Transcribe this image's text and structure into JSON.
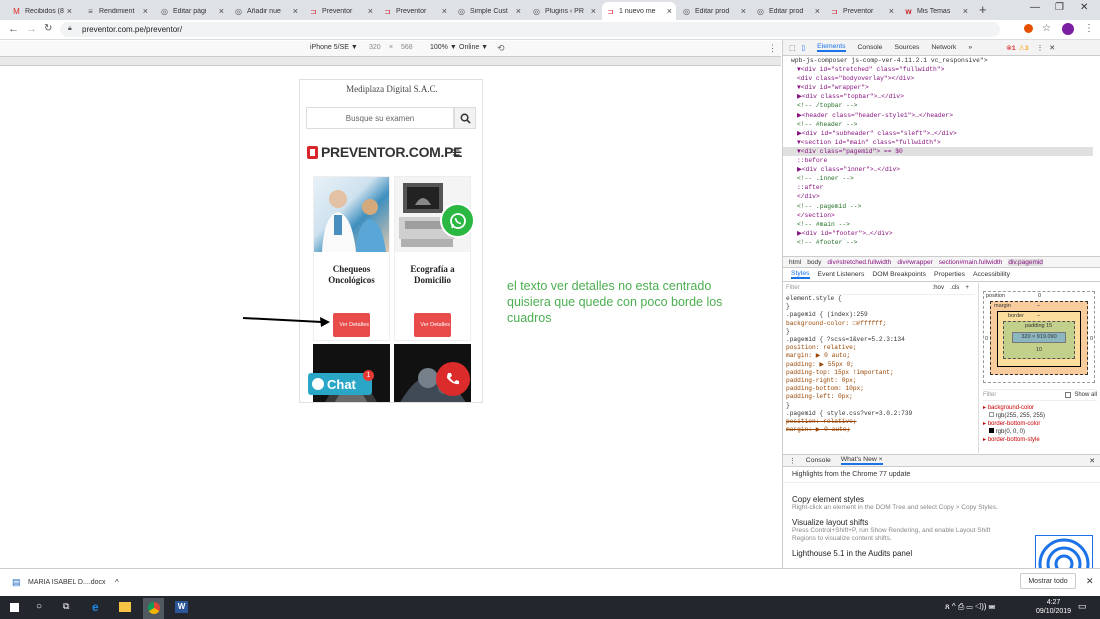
{
  "tabs": [
    {
      "icon": "gmail-icon",
      "label": "Recibidos (8"
    },
    {
      "icon": "doc-icon",
      "label": "Rendimient"
    },
    {
      "icon": "globe-icon",
      "label": "Editar pági"
    },
    {
      "icon": "globe-icon",
      "label": "Añadir nue"
    },
    {
      "icon": "preventor-icon",
      "label": "Preventor"
    },
    {
      "icon": "preventor-icon",
      "label": "Preventor"
    },
    {
      "icon": "globe-icon",
      "label": "Simple Cust"
    },
    {
      "icon": "globe-icon",
      "label": "Plugins ‹ PR"
    },
    {
      "icon": "preventor-icon",
      "label": "1 nuevo me"
    },
    {
      "icon": "globe-icon",
      "label": "Editar prod"
    },
    {
      "icon": "globe-icon",
      "label": "Editar prod"
    },
    {
      "icon": "preventor-icon",
      "label": "Preventor"
    },
    {
      "icon": "wu-icon",
      "label": "Mis Temas"
    }
  ],
  "address": {
    "url": "preventor.com.pe/preventor/"
  },
  "device_toolbar": {
    "device": "iPhone 5/SE ▼",
    "width": "320",
    "x": "×",
    "height": "568",
    "zoom": "100% ▼",
    "network": "Online ▼"
  },
  "phone": {
    "company": "Mediplaza Digital S.A.C.",
    "search_placeholder": "Busque su examen",
    "logo": "PREVENTOR.COM.PE",
    "cards": [
      {
        "title": "Chequeos Oncológicos",
        "button": "Ver Detalles"
      },
      {
        "title": "Ecografía a Domicilio",
        "button": "Ver Detalles"
      }
    ],
    "chat_label": "Chat",
    "chat_badge": "1"
  },
  "annotation": "el texto ver detalles no esta centrado\nquisiera que quede con poco borde los cuadros",
  "devtools": {
    "tabs": [
      "Elements",
      "Console",
      "Sources",
      "Network",
      "»"
    ],
    "errors": "1",
    "warnings": "3",
    "dom_lines": [
      "wpb-js-composer js-comp-ver-4.11.2.1 vc_responsive\">",
      "▼<div id=\"stretched\" class=\"fullwidth\">",
      "  <div class=\"bodyoverlay\"></div>",
      "  ▼<div id=\"wrapper\">",
      "    ▶<div class=\"topbar\">…</div>",
      "    <!-- /topbar -->",
      "    ▶<header class=\"header-style1\">…</header>",
      "    <!-- #header -->",
      "    ▶<div id=\"subheader\" class=\"sleft\">…</div>",
      "    ▼<section id=\"main\" class=\"fullwidth\">",
      "      ▼<div class=\"pagemid\"> == $0",
      "          ::before",
      "        ▶<div class=\"inner\">…</div>",
      "        <!-- .inner -->",
      "          ::after",
      "        </div>",
      "      <!-- .pagemid -->",
      "      </section>",
      "      <!-- #main -->",
      "    ▶<div id=\"footer\">…</div>",
      "    <!-- #footer -->"
    ],
    "breadcrumbs": [
      "html",
      "body",
      "div#stretched.fullwidth",
      "div#wrapper",
      "section#main.fullwidth",
      "div.pagemid"
    ],
    "subtabs": [
      "Styles",
      "Event Listeners",
      "DOM Breakpoints",
      "Properties",
      "Accessibility"
    ],
    "filter_placeholder": "Filter",
    "hov": ":hov",
    "cls": ".cls",
    "plus": "+",
    "style_lines": [
      "element.style {",
      "}",
      ".pagemid {                          (index):259",
      "  background-color: □#ffffff;",
      "}",
      ".pagemid {                 ?scss=1&ver=5.2.3:134",
      "  position: relative;",
      "  margin: ▶ 0 auto;",
      "  padding: ▶ 55px 0;",
      "  padding-top: 15px !important;",
      "  padding-right: 0px;",
      "  padding-bottom: 10px;",
      "  padding-left: 0px;",
      "}",
      ".pagemid {                 style.css?ver=3.0.2:739",
      "  position: relative;",
      "  margin: ▶ 0 auto;"
    ],
    "boxmodel": {
      "position_label": "position",
      "position_value": "0",
      "margin_label": "margin",
      "margin_value": "–",
      "border_label": "border",
      "border_value": "–",
      "padding_label": "padding 15",
      "padding_bottom": "10",
      "content": "320 × 919.090",
      "side": "0"
    },
    "computed_filter": "Filter",
    "show_all": "Show all",
    "computed": [
      {
        "name": "background-color",
        "value": "rgb(255, 255, 255)"
      },
      {
        "name": "border-bottom-color",
        "value": "rgb(0, 0, 0)"
      },
      {
        "name": "border-bottom-style",
        "value": ""
      }
    ],
    "drawer_tabs": [
      "Console",
      "What's New ×"
    ],
    "drawer_heading": "Highlights from the Chrome 77 update",
    "drawer_items": [
      {
        "title": "Copy element styles",
        "desc": "Right-click an element in the DOM Tree and select Copy > Copy Styles."
      },
      {
        "title": "Visualize layout shifts",
        "desc": "Press Control+Shift+P, run Show Rendering, and enable Layout Shift Regions to visualize content shifts."
      },
      {
        "title": "Lighthouse 5.1 in the Audits panel",
        "desc": ""
      }
    ]
  },
  "download": {
    "file": "MARIA ISABEL D....docx",
    "show_all": "Mostrar todo"
  },
  "taskbar": {
    "time": "4:27",
    "date": "09/10/2019"
  },
  "colors": {
    "accent": "#e94b4b",
    "logo_red": "#d9262c",
    "whatsapp": "#2bb842",
    "chat": "#2aa7c6",
    "annotation": "#4caf50",
    "devtools_blue": "#1a73e8"
  }
}
